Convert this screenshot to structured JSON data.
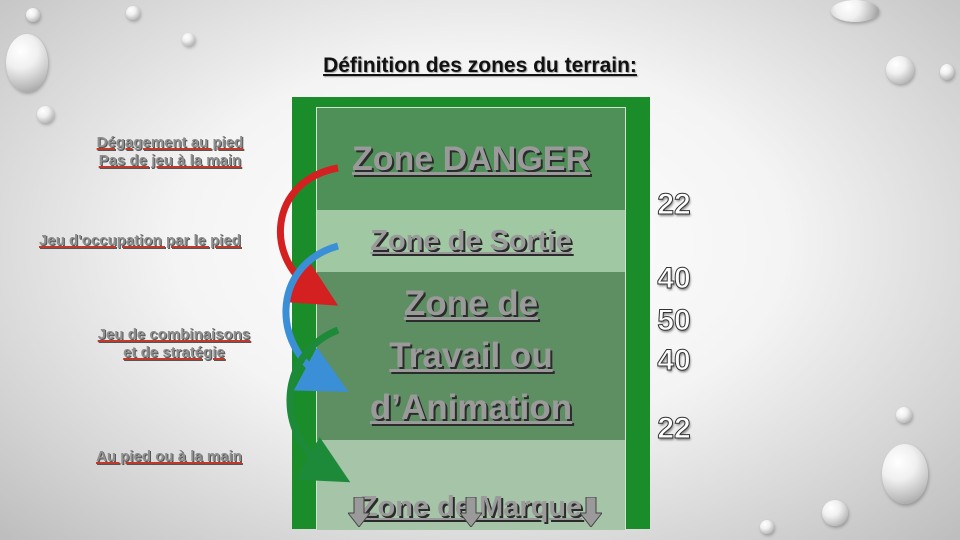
{
  "title": "Définition des zones du terrain:",
  "left_labels": [
    {
      "lines": [
        "Dégagement au pied",
        "Pas de jeu à la main"
      ]
    },
    {
      "lines": [
        "Jeu d'occupation par le pied"
      ]
    },
    {
      "lines": [
        "Jeu de combinaisons",
        "et de stratégie"
      ]
    },
    {
      "lines": [
        "Au pied ou à la main"
      ]
    }
  ],
  "zones": {
    "danger": "Zone DANGER",
    "sortie": "Zone de Sortie",
    "travail": [
      "Zone de",
      "Travail ou",
      "d’Animation"
    ],
    "marque": "Zone de Marque"
  },
  "yard_markers": [
    "22",
    "40",
    "50",
    "40",
    "22"
  ],
  "colors": {
    "field_green": "#1a8c2a",
    "arrow_red": "#d42020",
    "arrow_blue": "#3a8fd6",
    "arrow_green": "#1d8a3a"
  },
  "icons": [
    "down-arrow-icon",
    "curved-arrow-icon",
    "water-drop"
  ]
}
